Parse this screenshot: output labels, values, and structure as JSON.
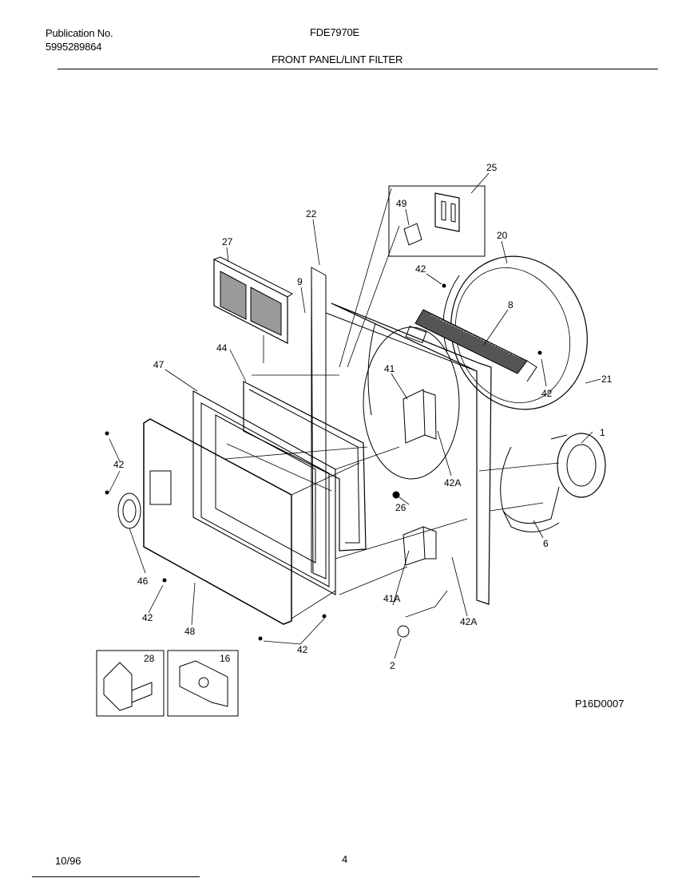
{
  "header": {
    "publication_label": "Publication No.",
    "publication_number": "5995289864",
    "model": "FDE7970E",
    "section_title": "FRONT PANEL/LINT FILTER"
  },
  "callouts": {
    "c25": "25",
    "c49": "49",
    "c22": "22",
    "c20": "20",
    "c27": "27",
    "c9": "9",
    "c42_top": "42",
    "c8": "8",
    "c44": "44",
    "c47": "47",
    "c41": "41",
    "c42_right": "42",
    "c21": "21",
    "c1": "1",
    "c42_left": "42",
    "c42A_mid": "42A",
    "c26": "26",
    "c6": "6",
    "c46": "46",
    "c41A": "41A",
    "c42_bl": "42",
    "c48": "48",
    "c42A_low": "42A",
    "c42_bottom": "42",
    "c2": "2",
    "c28": "28",
    "c16": "16"
  },
  "footer": {
    "ref_code": "P16D0007",
    "date": "10/96",
    "page": "4"
  }
}
